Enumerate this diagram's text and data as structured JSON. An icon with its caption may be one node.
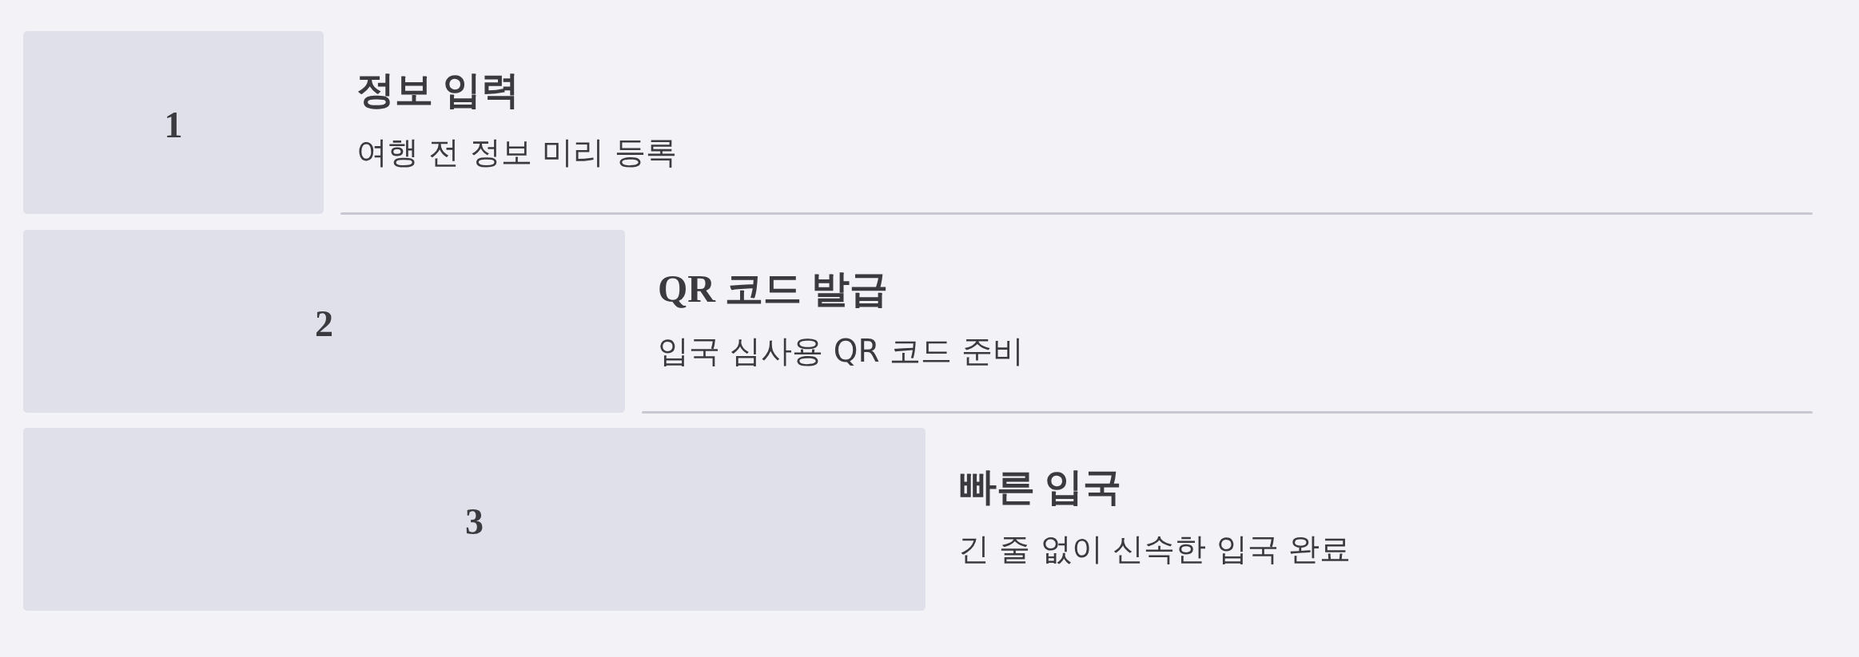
{
  "diagram": {
    "nodes": [
      {
        "text": [
          "1"
        ],
        "beside": [
          "정보 입력",
          "여행 전 정보 미리 등록"
        ]
      },
      {
        "text": [
          "2"
        ],
        "beside": [
          "QR 코드 발급",
          "입국 심사용 QR 코드 준비"
        ]
      },
      {
        "text": [
          "3"
        ],
        "beside": [
          "빠른 입국",
          "긴 줄 없이 신속한 입국 완료"
        ]
      }
    ]
  }
}
